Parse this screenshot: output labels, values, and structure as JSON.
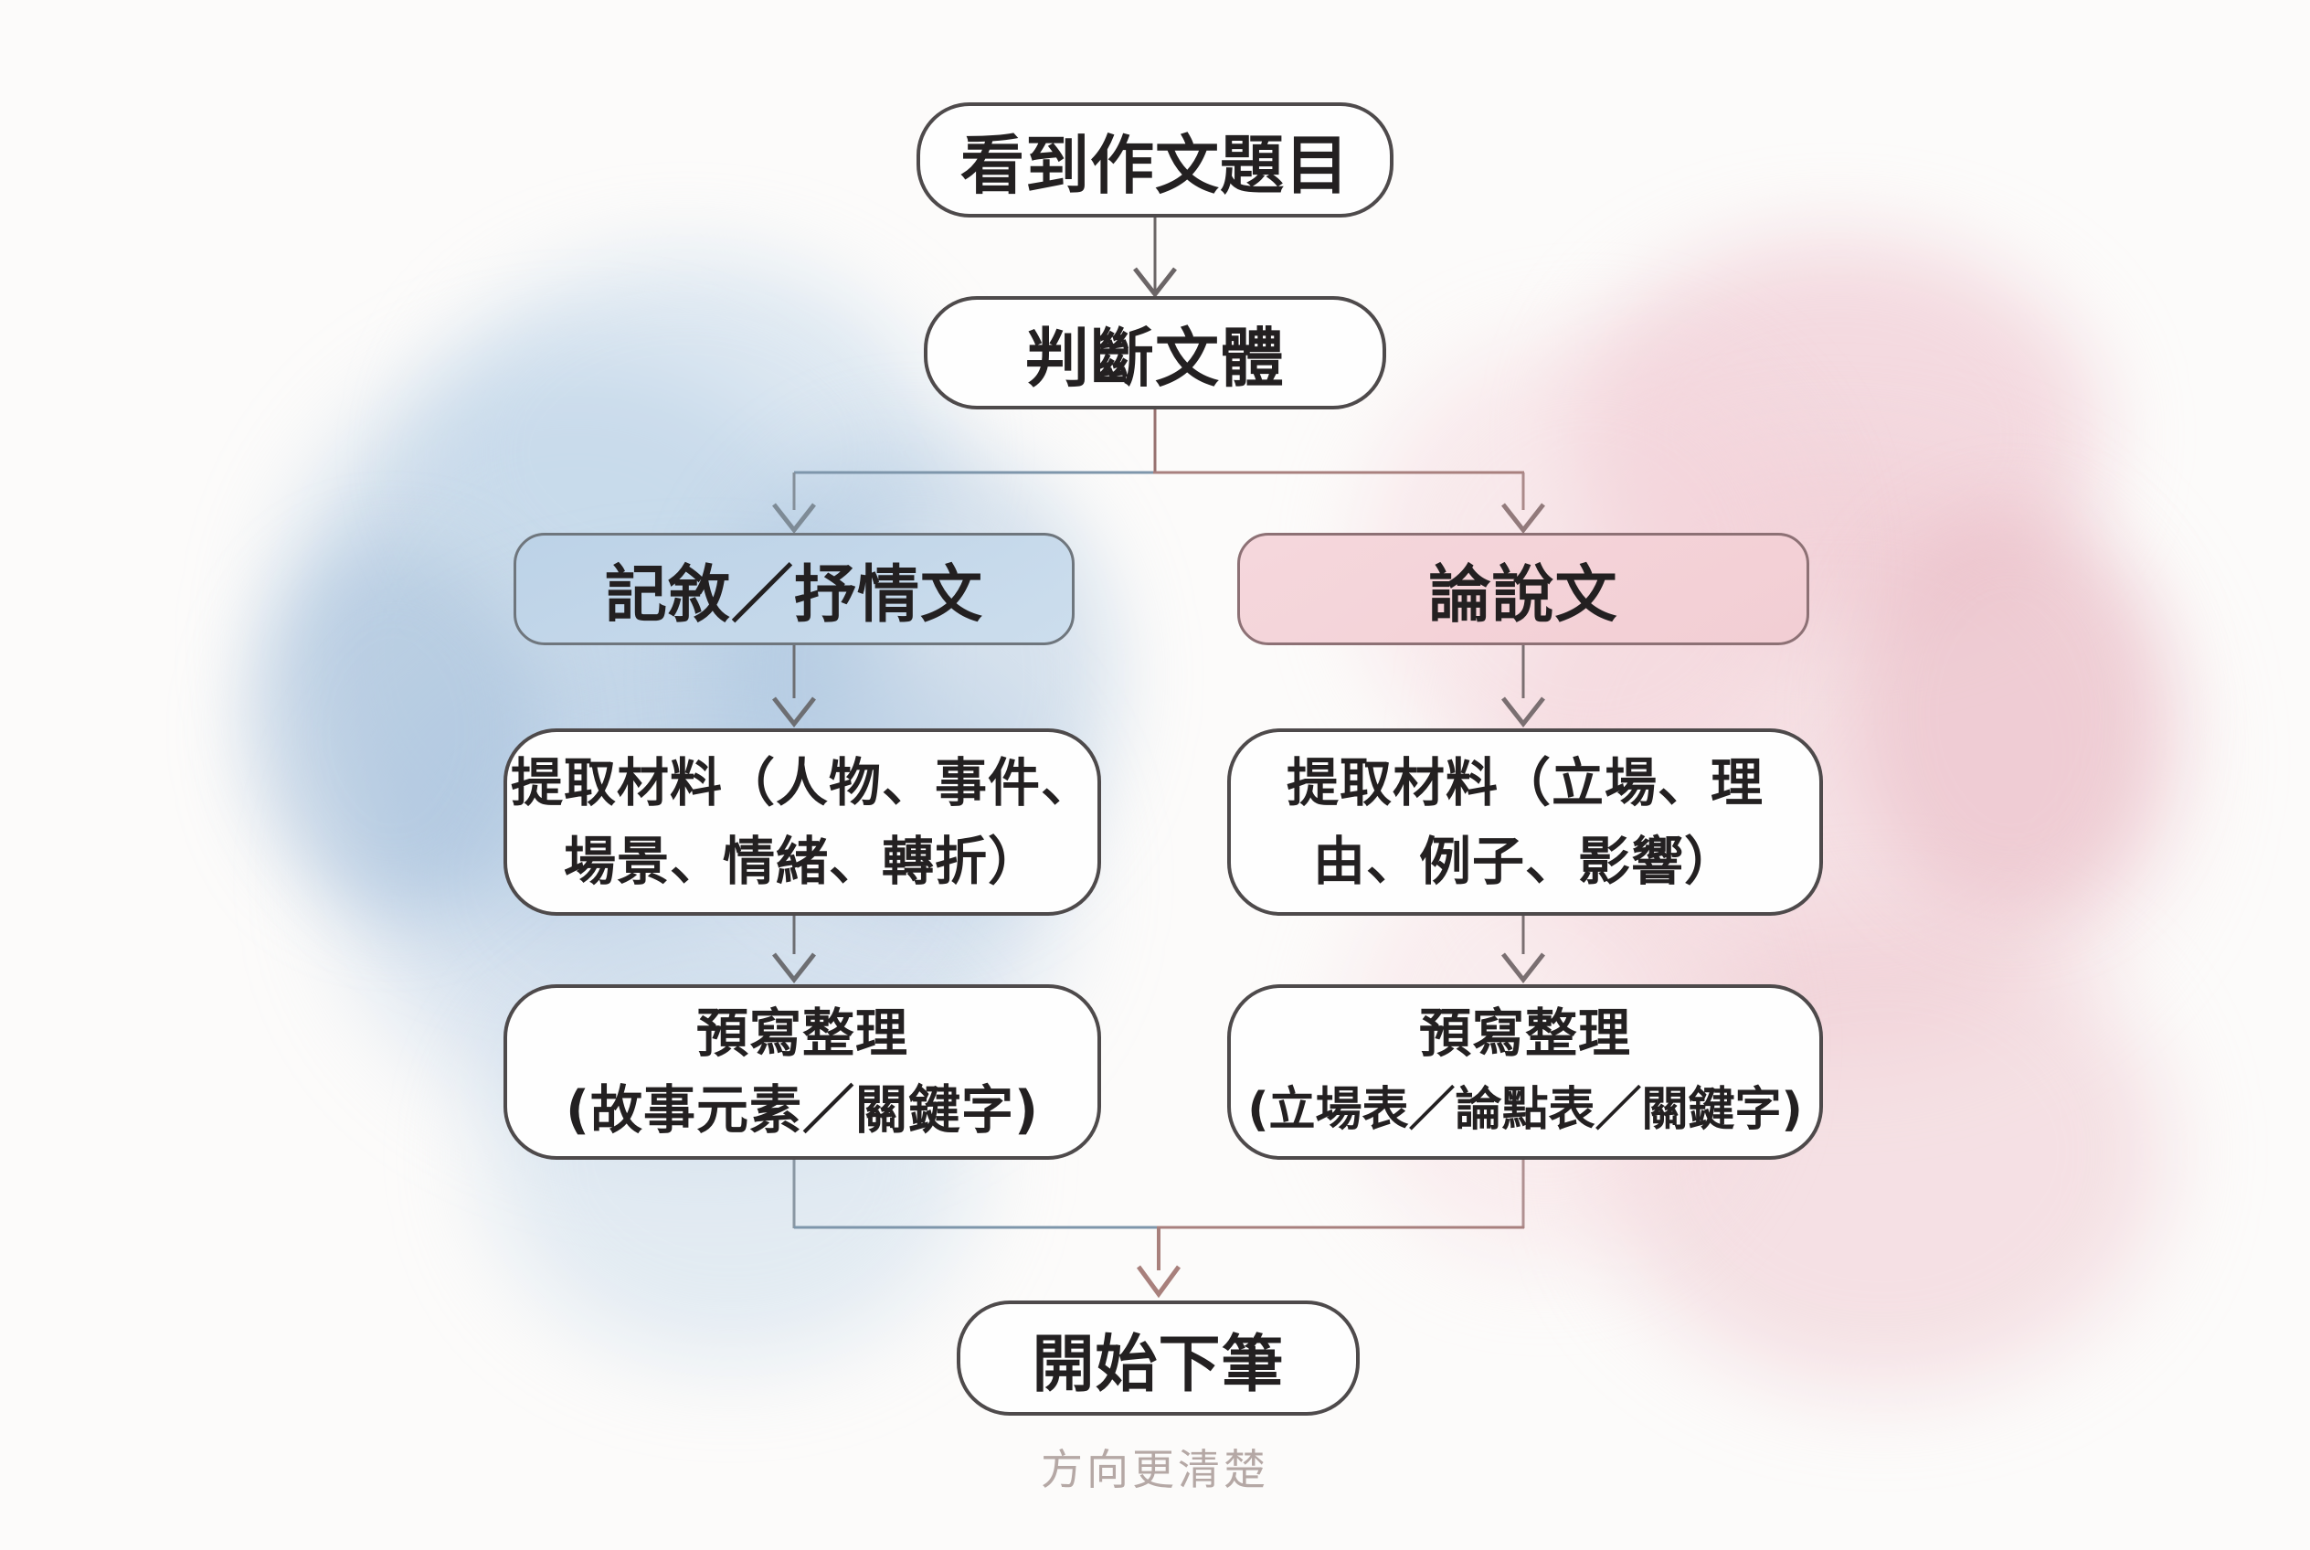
{
  "colors": {
    "background": "#fcfbfa",
    "text": "#232021",
    "box_border_dark": "#4e4a4b",
    "box_fill_white": "#fefefe",
    "blue_box_fill": "#c5d7e8",
    "blue_box_border": "#6f767d",
    "pink_box_fill": "#f4d3d8",
    "pink_box_border": "#8d7175",
    "arrow_gray": "#6b6566",
    "arrow_blue_gray": "#7e8b96",
    "arrow_mauve": "#927a7b",
    "line_blue": "#7e96ab",
    "line_mauve": "#a8807e",
    "line_mauve_dark": "#97716f",
    "final_arrow": "#a8807c",
    "note_text": "#b5a8a5",
    "blob_blue": "#bdd1e4",
    "blob_pink": "#f2cfd5"
  },
  "flowchart": {
    "nodes": {
      "start": "看到作文題目",
      "decide": "判斷文體",
      "branch_left": "記敘／抒情文",
      "branch_right": "論說文",
      "extract_left_line1": "提取材料（人物、事件、",
      "extract_left_line2": "場景、情緒、轉折）",
      "extract_right_line1": "提取材料（立場、理",
      "extract_right_line2": "由、例子、影響）",
      "prewrite_left_line1": "預寫整理",
      "prewrite_left_line2": "(故事元素／關鍵字)",
      "prewrite_right_line1": "預寫整理",
      "prewrite_right_line2": "(立場表／論點表／關鍵字)",
      "end": "開始下筆"
    },
    "note": "方向更清楚"
  }
}
